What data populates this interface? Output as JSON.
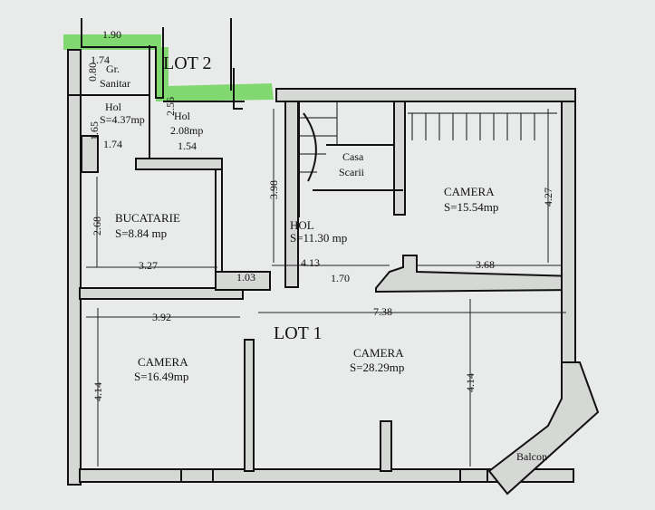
{
  "lots": {
    "lot1": "LOT 1",
    "lot2": "LOT 2"
  },
  "highlight_color": "#6fd35a",
  "rooms": {
    "gr_sanitar": {
      "l1": "Gr.",
      "l2": "Sanitar"
    },
    "hol1": {
      "name": "Hol",
      "area": "S=4.37mp"
    },
    "hol2": {
      "name": "Hol",
      "area": "2.08mp"
    },
    "casa_scarii": {
      "l1": "Casa",
      "l2": "Scarii"
    },
    "camera_ne": {
      "name": "CAMERA",
      "area": "S=15.54mp"
    },
    "bucatarie": {
      "name": "BUCATARIE",
      "area": "S=8.84 mp"
    },
    "hol_main": {
      "name": "HOL",
      "area": "S=11.30 mp"
    },
    "camera_sw": {
      "name": "CAMERA",
      "area": "S=16.49mp"
    },
    "camera_se": {
      "name": "CAMERA",
      "area": "S=28.29mp"
    },
    "balcon": {
      "name": "Balcon"
    }
  },
  "dims": {
    "d190": "1.90",
    "d174a": "1.74",
    "d080": "0.80",
    "d256": "2.56",
    "d165": "1.65",
    "d174b": "1.74",
    "d154": "1.54",
    "d398": "3.98",
    "d427": "4.27",
    "d268": "2.68",
    "d327": "3.27",
    "d413": "4.13",
    "d368": "3.68",
    "d103": "1.03",
    "d170": "1.70",
    "d392": "3.92",
    "d738": "7.38",
    "d414a": "4.14",
    "d414b": "4.14"
  }
}
